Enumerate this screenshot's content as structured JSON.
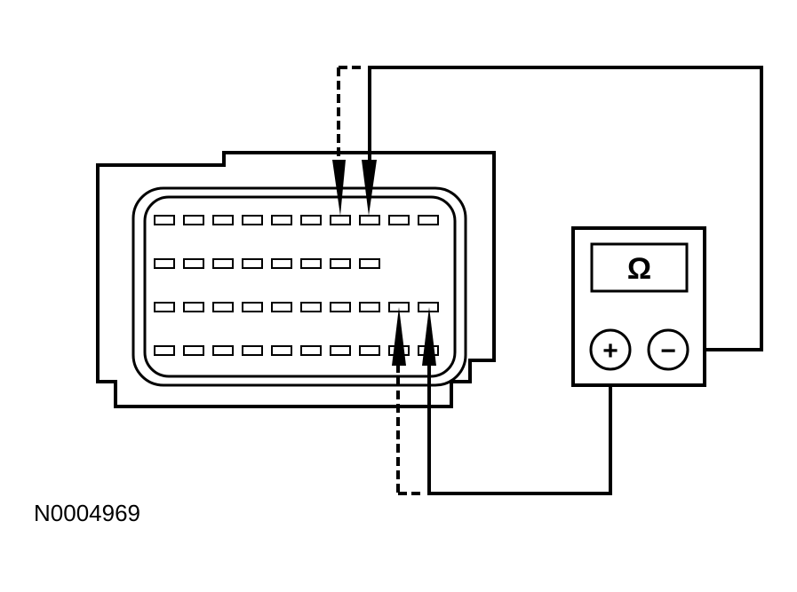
{
  "figure": {
    "id_label": "N0004969"
  },
  "meter": {
    "display_symbol": "Ω",
    "positive_terminal_symbol": "+",
    "negative_terminal_symbol": "−"
  },
  "connector": {
    "pin_rows": [
      10,
      8,
      10,
      10
    ]
  },
  "colors": {
    "line": "#000000",
    "background": "#ffffff"
  },
  "icons": [
    "ohm-symbol",
    "probe-arrow"
  ]
}
